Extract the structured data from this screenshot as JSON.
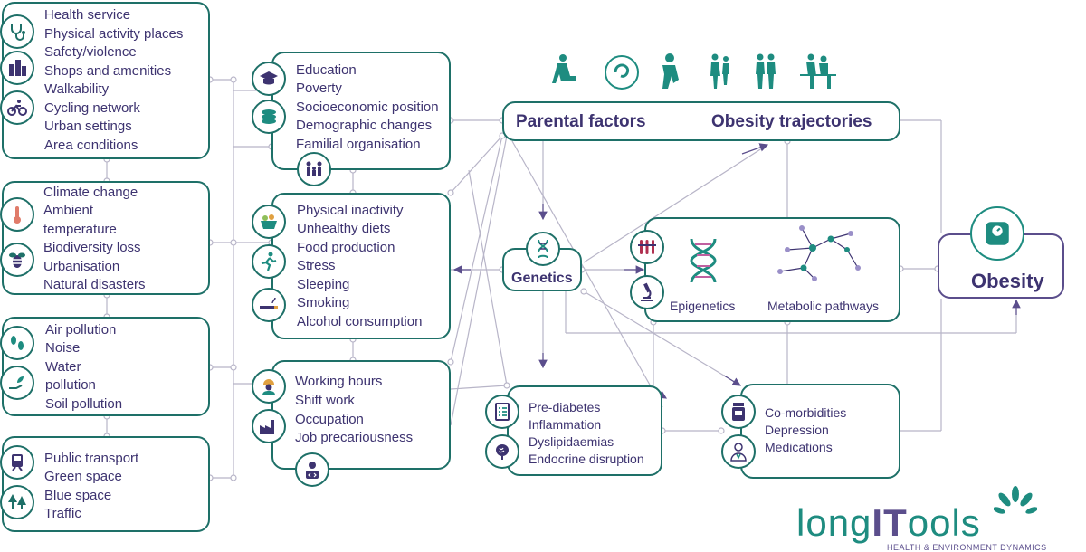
{
  "urban_box": {
    "items": [
      "Health service",
      "Physical activity places",
      "Safety/violence",
      "Shops and amenities",
      "Walkability",
      "Cycling network",
      "Urban settings",
      "Area conditions"
    ]
  },
  "climate_box": {
    "items": [
      "Climate change",
      "Ambient",
      "temperature",
      "Biodiversity loss",
      "Urbanisation",
      "Natural disasters"
    ]
  },
  "pollution_box": {
    "items": [
      "Air pollution",
      "Noise",
      "Water",
      "pollution",
      "Soil pollution"
    ]
  },
  "transport_box": {
    "items": [
      "Public transport",
      "Green space",
      "Blue space",
      "Traffic"
    ]
  },
  "social_box": {
    "items": [
      "Education",
      "Poverty",
      "Socioeconomic position",
      "Demographic changes",
      "Familial organisation"
    ]
  },
  "lifestyle_box": {
    "items": [
      "Physical inactivity",
      "Unhealthy diets",
      "Food production",
      "Stress",
      "Sleeping",
      "Smoking",
      "Alcohol consumption"
    ]
  },
  "work_box": {
    "items": [
      "Working hours",
      "Shift work",
      "Occupation",
      "Job precariousness"
    ]
  },
  "parental_box": {
    "left_label": "Parental factors",
    "right_label": "Obesity  trajectories"
  },
  "genetics_box": {
    "label": "Genetics"
  },
  "omics_box": {
    "epigenetics_label": "Epigenetics",
    "metabolic_label": "Metabolic pathways"
  },
  "clinical_box": {
    "items": [
      "Pre-diabetes",
      "Inflammation",
      "Dyslipidaemias",
      "Endocrine disruption"
    ]
  },
  "comorbid_box": {
    "items": [
      "Co-morbidities",
      "Depression",
      "Medications"
    ]
  },
  "obesity_box": {
    "label": "Obesity"
  },
  "logo": {
    "text_a": "long",
    "text_b": "IT",
    "text_c": "ools",
    "tagline": "HEALTH & ENVIRONMENT DYNAMICS"
  },
  "colors": {
    "teal": "#1e7068",
    "purple": "#5b4e8c",
    "text": "#3d3370",
    "line": "#b8b5c8"
  }
}
